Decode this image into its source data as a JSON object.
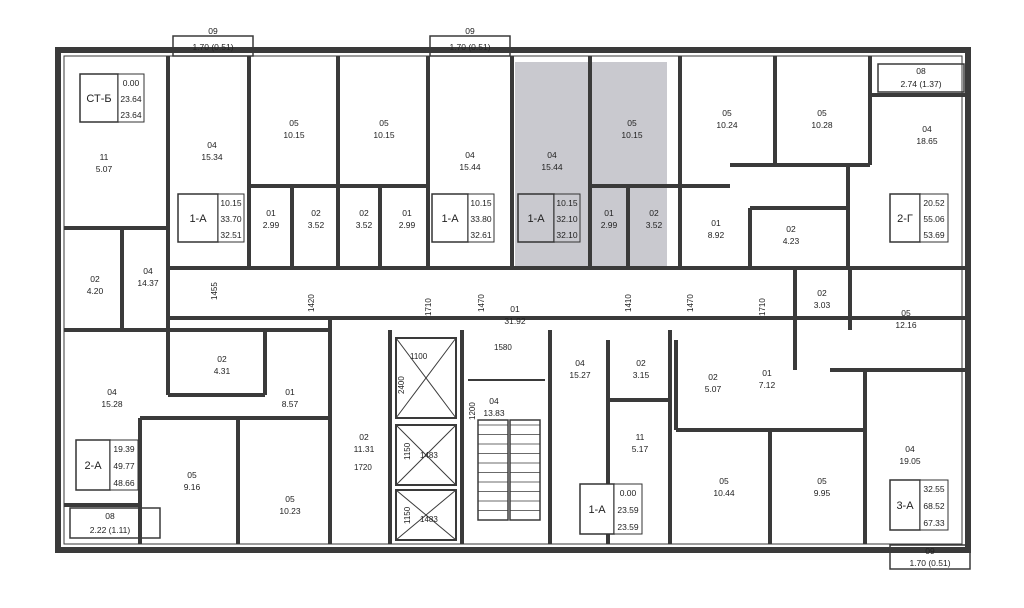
{
  "colors": {
    "background": "#ffffff",
    "wall": "#3a3a3a",
    "highlight": "#c9c9cf",
    "text": "#222222"
  },
  "balconies": [
    {
      "code": "09",
      "area": "1.70 (0.51)"
    },
    {
      "code": "09",
      "area": "1.70 (0.51)"
    },
    {
      "code": "08",
      "area": "2.74 (1.37)"
    },
    {
      "code": "08",
      "area": "2.22 (1.11)"
    },
    {
      "code": "09",
      "area": "1.70 (0.51)"
    }
  ],
  "apartments": [
    {
      "type": "СТ-Б",
      "living": "0.00",
      "total": "23.64",
      "reduced": "23.64"
    },
    {
      "type": "1-А",
      "living": "10.15",
      "total": "33.70",
      "reduced": "32.51"
    },
    {
      "type": "1-А",
      "living": "10.15",
      "total": "33.80",
      "reduced": "32.61"
    },
    {
      "type": "1-А",
      "living": "10.15",
      "total": "32.10",
      "reduced": "32.10"
    },
    {
      "type": "2-Г",
      "living": "20.52",
      "total": "55.06",
      "reduced": "53.69"
    },
    {
      "type": "2-А",
      "living": "19.39",
      "total": "49.77",
      "reduced": "48.66"
    },
    {
      "type": "1-А",
      "living": "0.00",
      "total": "23.59",
      "reduced": "23.59"
    },
    {
      "type": "3-А",
      "living": "32.55",
      "total": "68.52",
      "reduced": "67.33"
    }
  ],
  "rooms": [
    {
      "code": "11",
      "area": "5.07"
    },
    {
      "code": "02",
      "area": "4.20"
    },
    {
      "code": "04",
      "area": "14.37"
    },
    {
      "code": "04",
      "area": "15.34"
    },
    {
      "code": "05",
      "area": "10.15"
    },
    {
      "code": "01",
      "area": "2.99"
    },
    {
      "code": "02",
      "area": "3.52"
    },
    {
      "code": "05",
      "area": "10.15"
    },
    {
      "code": "02",
      "area": "3.52"
    },
    {
      "code": "01",
      "area": "2.99"
    },
    {
      "code": "04",
      "area": "15.44"
    },
    {
      "code": "04",
      "area": "15.44"
    },
    {
      "code": "05",
      "area": "10.15"
    },
    {
      "code": "01",
      "area": "2.99"
    },
    {
      "code": "02",
      "area": "3.52"
    },
    {
      "code": "05",
      "area": "10.24"
    },
    {
      "code": "05",
      "area": "10.28"
    },
    {
      "code": "04",
      "area": "18.65"
    },
    {
      "code": "01",
      "area": "8.92"
    },
    {
      "code": "02",
      "area": "4.23"
    },
    {
      "code": "01",
      "area": "31.92"
    },
    {
      "code": "02",
      "area": "3.03"
    },
    {
      "code": "05",
      "area": "12.16"
    },
    {
      "code": "02",
      "area": "4.31"
    },
    {
      "code": "04",
      "area": "15.28"
    },
    {
      "code": "01",
      "area": "8.57"
    },
    {
      "code": "05",
      "area": "9.16"
    },
    {
      "code": "05",
      "area": "10.23"
    },
    {
      "code": "02",
      "area": "11.31"
    },
    {
      "code": "04",
      "area": "13.83"
    },
    {
      "code": "04",
      "area": "15.27"
    },
    {
      "code": "02",
      "area": "3.15"
    },
    {
      "code": "11",
      "area": "5.17"
    },
    {
      "code": "02",
      "area": "5.07"
    },
    {
      "code": "01",
      "area": "7.12"
    },
    {
      "code": "05",
      "area": "10.44"
    },
    {
      "code": "05",
      "area": "9.95"
    },
    {
      "code": "04",
      "area": "19.05"
    }
  ],
  "dimensions": [
    "1455",
    "1420",
    "1710",
    "1470",
    "1410",
    "1470",
    "1710",
    "1580",
    "1100",
    "2400",
    "1200",
    "1720",
    "1150",
    "1483",
    "1150",
    "1483"
  ]
}
